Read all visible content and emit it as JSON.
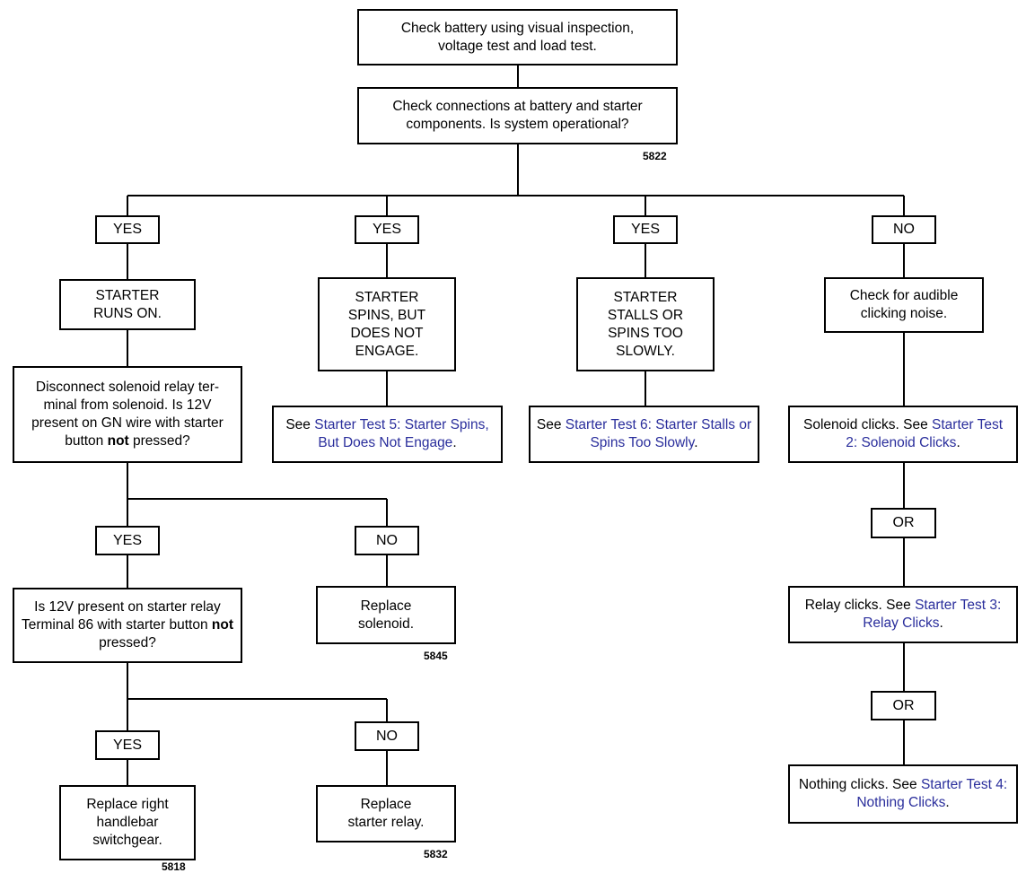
{
  "nodes": {
    "check_battery": {
      "text": "Check battery using visual inspection, voltage test and load test."
    },
    "check_connections": {
      "text": "Check connections at battery and starter components. Is system operational?"
    },
    "yes_1": {
      "text": "YES"
    },
    "yes_2": {
      "text": "YES"
    },
    "yes_3": {
      "text": "YES"
    },
    "no_1": {
      "text": "NO"
    },
    "runs_on": {
      "text": "STARTER RUNS ON."
    },
    "spins_no_engage": {
      "text": "STARTER SPINS, BUT DOES NOT ENGAGE."
    },
    "stalls": {
      "text": "STARTER STALLS OR SPINS TOO SLOWLY."
    },
    "audible": {
      "text": "Check for audible clicking noise."
    },
    "disconnect": {
      "pre": "Disconnect solenoid relay ter-minal from solenoid. Is 12V present on GN wire with starter button ",
      "bold": "not",
      "post": " pressed?"
    },
    "see_test5": {
      "pre": "See ",
      "link": "Starter Test 5: Starter Spins, But Does Not Engage",
      "post": "."
    },
    "see_test6": {
      "pre": "See ",
      "link": "Starter Test 6: Starter Stalls or Spins Too Slowly",
      "post": "."
    },
    "solenoid_clicks": {
      "pre": "Solenoid clicks. See ",
      "link": "Starter Test 2: Solenoid Clicks",
      "post": "."
    },
    "or_1": {
      "text": "OR"
    },
    "relay_clicks": {
      "pre": "Relay clicks. See ",
      "link": "Starter Test 3: Relay Clicks",
      "post": "."
    },
    "or_2": {
      "text": "OR"
    },
    "nothing_clicks": {
      "pre": "Nothing clicks. See ",
      "link": "Starter Test 4: Nothing Clicks",
      "post": "."
    },
    "yes_4": {
      "text": "YES"
    },
    "no_2": {
      "text": "NO"
    },
    "is_12v_relay": {
      "pre": "Is 12V present on starter relay Terminal 86 with starter button ",
      "bold": "not",
      "post": " pressed?"
    },
    "replace_solenoid": {
      "text": "Replace solenoid."
    },
    "yes_5": {
      "text": "YES"
    },
    "no_3": {
      "text": "NO"
    },
    "replace_switchgear": {
      "text": "Replace right handlebar switchgear."
    },
    "replace_relay": {
      "text": "Replace starter relay."
    }
  },
  "figure_refs": {
    "f5822": "5822",
    "f5845": "5845",
    "f5818": "5818",
    "f5832": "5832"
  },
  "colors": {
    "link": "#2a2e9c",
    "line": "#000000"
  }
}
